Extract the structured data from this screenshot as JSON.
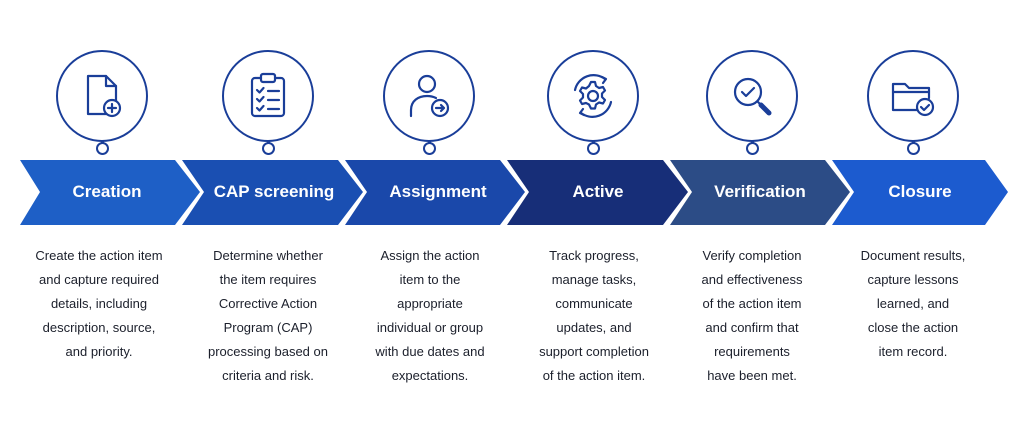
{
  "steps": [
    {
      "label": "Creation",
      "color": "#1e5fc6",
      "icon": "document-add-icon",
      "description": [
        "Create the action item",
        "and capture required",
        "details, including",
        "description, source,",
        "and priority."
      ]
    },
    {
      "label": "CAP screening",
      "color": "#1a4fb2",
      "icon": "clipboard-checklist-icon",
      "description": [
        "Determine whether",
        "the item requires",
        "Corrective Action",
        "Program (CAP)",
        "processing based on",
        "criteria and risk."
      ]
    },
    {
      "label": "Assignment",
      "color": "#1a48aa",
      "icon": "user-assign-icon",
      "description": [
        "Assign the action",
        "item to the",
        "appropriate",
        "individual or group",
        "with due dates and",
        "expectations."
      ]
    },
    {
      "label": "Active",
      "color": "#172e78",
      "icon": "gear-cycle-icon",
      "description": [
        "Track progress,",
        "manage tasks,",
        "communicate",
        "updates, and",
        "support completion",
        "of the action item."
      ]
    },
    {
      "label": "Verification",
      "color": "#2c4c86",
      "icon": "search-check-icon",
      "description": [
        "Verify completion",
        "and effectiveness",
        "of the action item",
        "and confirm that",
        "requirements",
        "have been met."
      ]
    },
    {
      "label": "Closure",
      "color": "#1c5bcf",
      "icon": "folder-check-icon",
      "description": [
        "Document results,",
        "capture lessons",
        "learned, and",
        "close the action",
        "item record."
      ]
    }
  ],
  "colors": {
    "icon_stroke": "#1a3e99",
    "text": "#1b1f2b"
  }
}
